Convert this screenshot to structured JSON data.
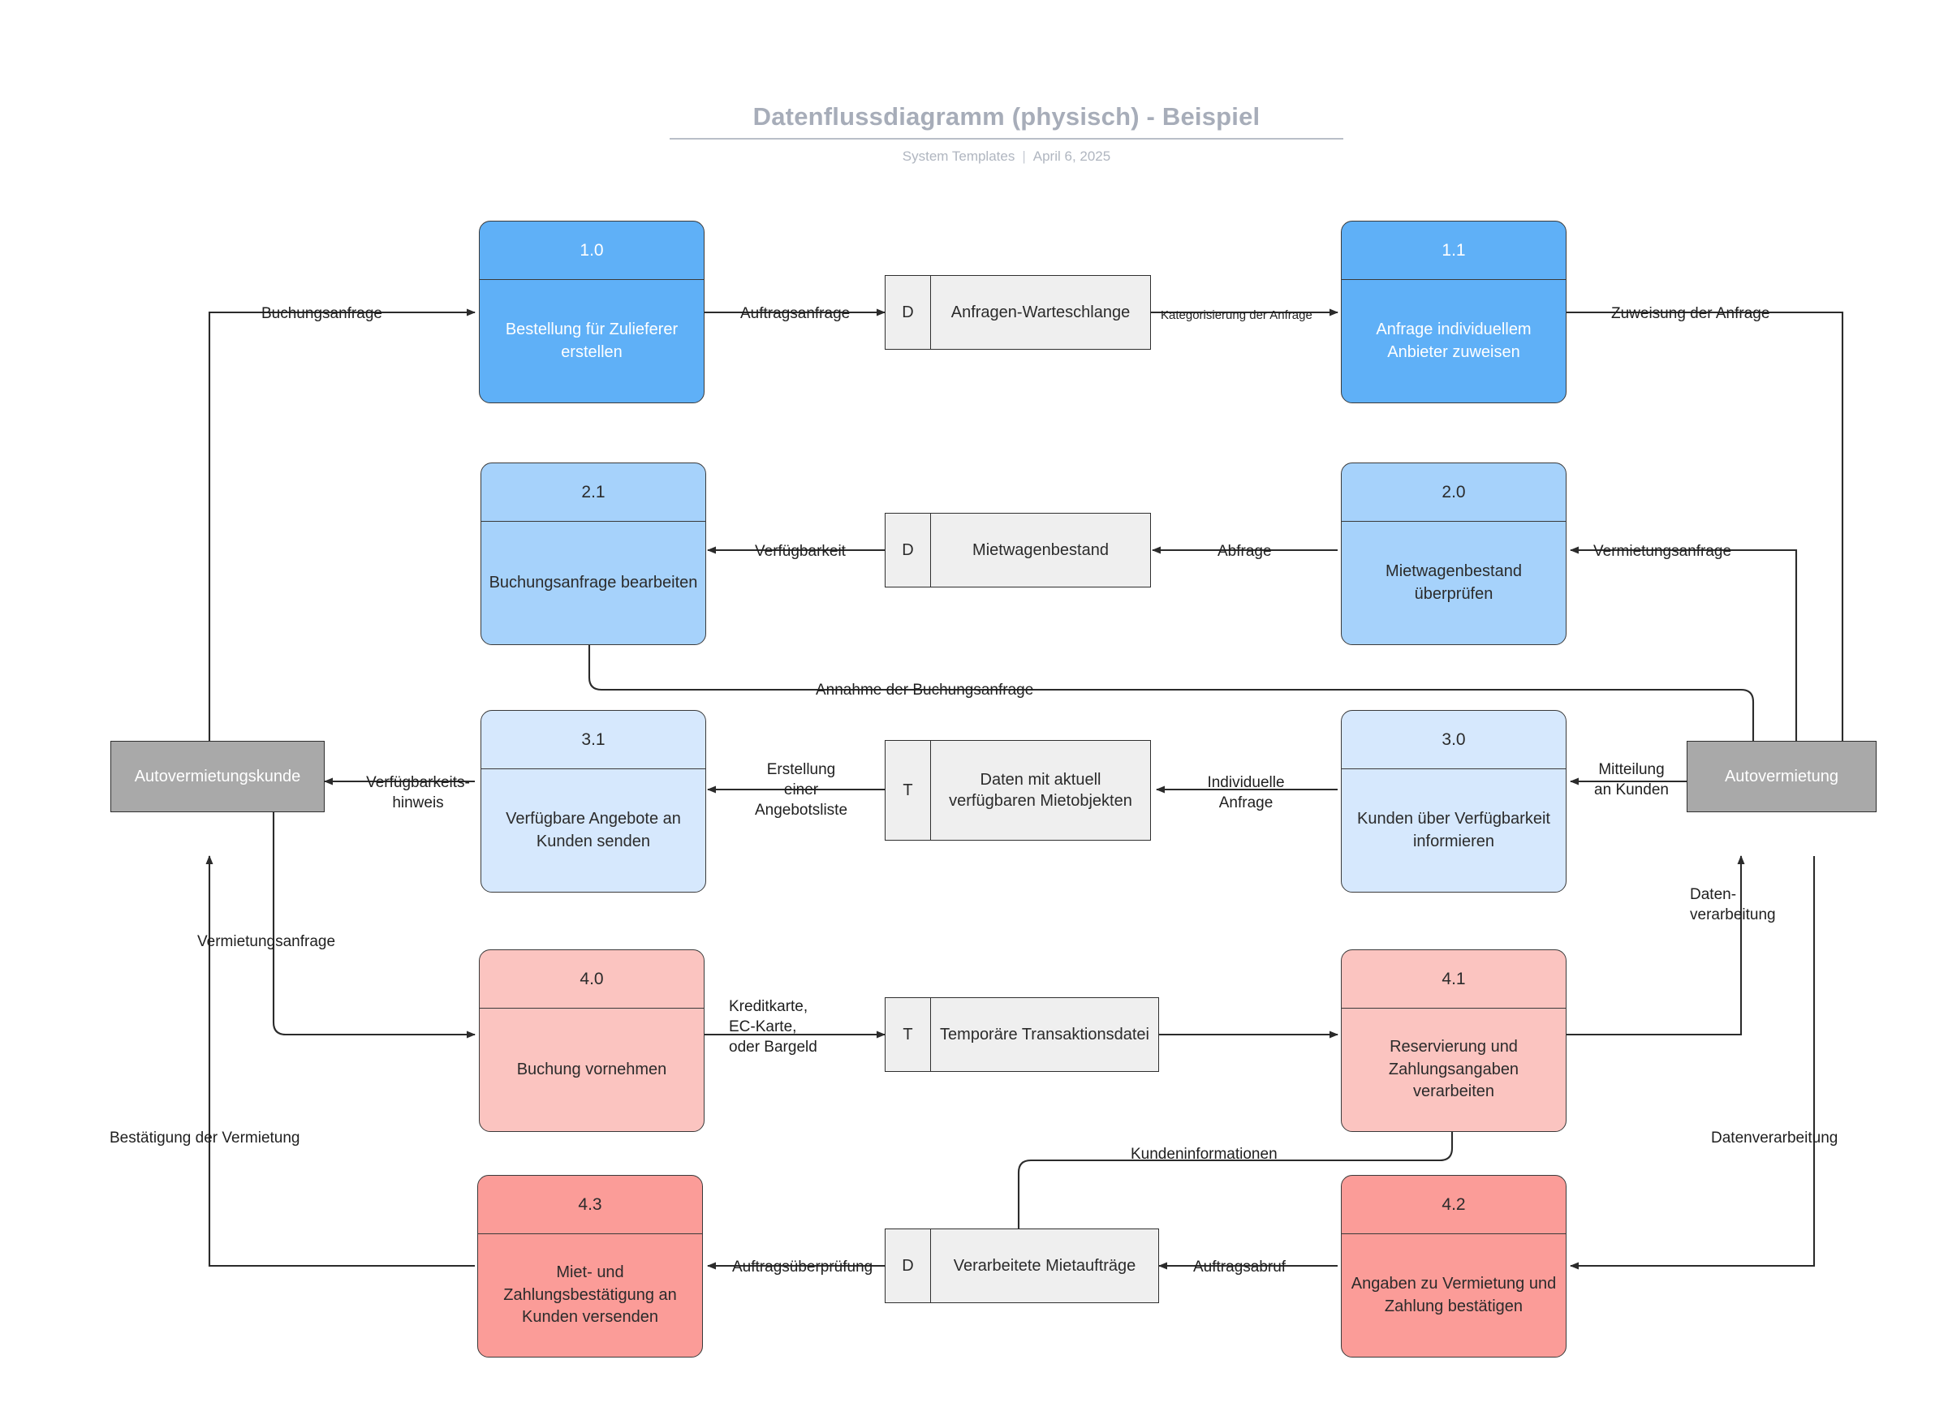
{
  "header": {
    "title": "Datenflussdiagramm (physisch) - Beispiel",
    "author": "System Templates",
    "separator": "|",
    "date": "April 6, 2025"
  },
  "colors": {
    "process_blue_dark": "#5fb0f7",
    "process_blue_mid": "#a6d2fb",
    "process_blue_light": "#d6e8fd",
    "process_pink_light": "#fbc4c0",
    "process_pink_dark": "#fb9c98",
    "store_fill": "#efefef",
    "entity_fill": "#a9a9a9",
    "title_gray": "#a7adb9"
  },
  "entities": [
    {
      "id": "customer",
      "label": "Autovermietungskunde"
    },
    {
      "id": "rental",
      "label": "Autovermietung"
    }
  ],
  "processes": [
    {
      "id": "p10",
      "number": "1.0",
      "label": "Bestellung für Zulieferer erstellen",
      "color": "c-blue"
    },
    {
      "id": "p11",
      "number": "1.1",
      "label": "Anfrage individuellem Anbieter zuweisen",
      "color": "c-blue"
    },
    {
      "id": "p21",
      "number": "2.1",
      "label": "Buchungsanfrage bearbeiten",
      "color": "c-blue2"
    },
    {
      "id": "p20",
      "number": "2.0",
      "label": "Mietwagenbestand überprüfen",
      "color": "c-blue2"
    },
    {
      "id": "p31",
      "number": "3.1",
      "label": "Verfügbare Angebote an Kunden senden",
      "color": "c-blue3"
    },
    {
      "id": "p30",
      "number": "3.0",
      "label": "Kunden über Verfügbarkeit informieren",
      "color": "c-blue3"
    },
    {
      "id": "p40",
      "number": "4.0",
      "label": "Buchung vornehmen",
      "color": "c-pink"
    },
    {
      "id": "p41",
      "number": "4.1",
      "label": "Reservierung und Zahlungsangaben verarbeiten",
      "color": "c-pink"
    },
    {
      "id": "p43",
      "number": "4.3",
      "label": "Miet- und Zahlungsbestätigung an Kunden versenden",
      "color": "c-pink2"
    },
    {
      "id": "p42",
      "number": "4.2",
      "label": "Angaben zu Vermietung und Zahlung bestätigen",
      "color": "c-pink2"
    }
  ],
  "stores": [
    {
      "id": "s1",
      "key": "D",
      "label": "Anfragen-Warteschlange"
    },
    {
      "id": "s2",
      "key": "D",
      "label": "Mietwagenbestand"
    },
    {
      "id": "s3",
      "key": "T",
      "label": "Daten mit aktuell verfügbaren Mietobjekten"
    },
    {
      "id": "s4",
      "key": "T",
      "label": "Temporäre Transaktionsdatei"
    },
    {
      "id": "s5",
      "key": "D",
      "label": "Verarbeitete Mietaufträge"
    }
  ],
  "flows": [
    {
      "id": "f01",
      "label": "Buchungsanfrage"
    },
    {
      "id": "f02",
      "label": "Auftragsanfrage"
    },
    {
      "id": "f03",
      "label": "Kategorisierung der Anfrage"
    },
    {
      "id": "f04",
      "label": "Zuweisung der Anfrage"
    },
    {
      "id": "f05",
      "label": "Verfügbarkeit"
    },
    {
      "id": "f06",
      "label": "Abfrage"
    },
    {
      "id": "f07",
      "label": "Vermietungsanfrage"
    },
    {
      "id": "f08",
      "label": "Annahme der Buchungsanfrage"
    },
    {
      "id": "f09",
      "label": "Verfügbarkeits-\nhinweis"
    },
    {
      "id": "f10",
      "label": "Erstellung\neiner\nAngebotsliste"
    },
    {
      "id": "f11",
      "label": "Individuelle\nAnfrage"
    },
    {
      "id": "f12",
      "label": "Mitteilung\nan Kunden"
    },
    {
      "id": "f13",
      "label": "Daten-\nverarbeitung"
    },
    {
      "id": "f14",
      "label": "Vermietungsanfrage"
    },
    {
      "id": "f15",
      "label": "Kreditkarte,\nEC-Karte,\noder Bargeld"
    },
    {
      "id": "f16",
      "label": "Kundeninformationen"
    },
    {
      "id": "f17",
      "label": "Datenverarbeitung"
    },
    {
      "id": "f18",
      "label": "Bestätigung der Vermietung"
    },
    {
      "id": "f19",
      "label": "Auftragsüberprüfung"
    },
    {
      "id": "f20",
      "label": "Auftragsabruf"
    }
  ]
}
